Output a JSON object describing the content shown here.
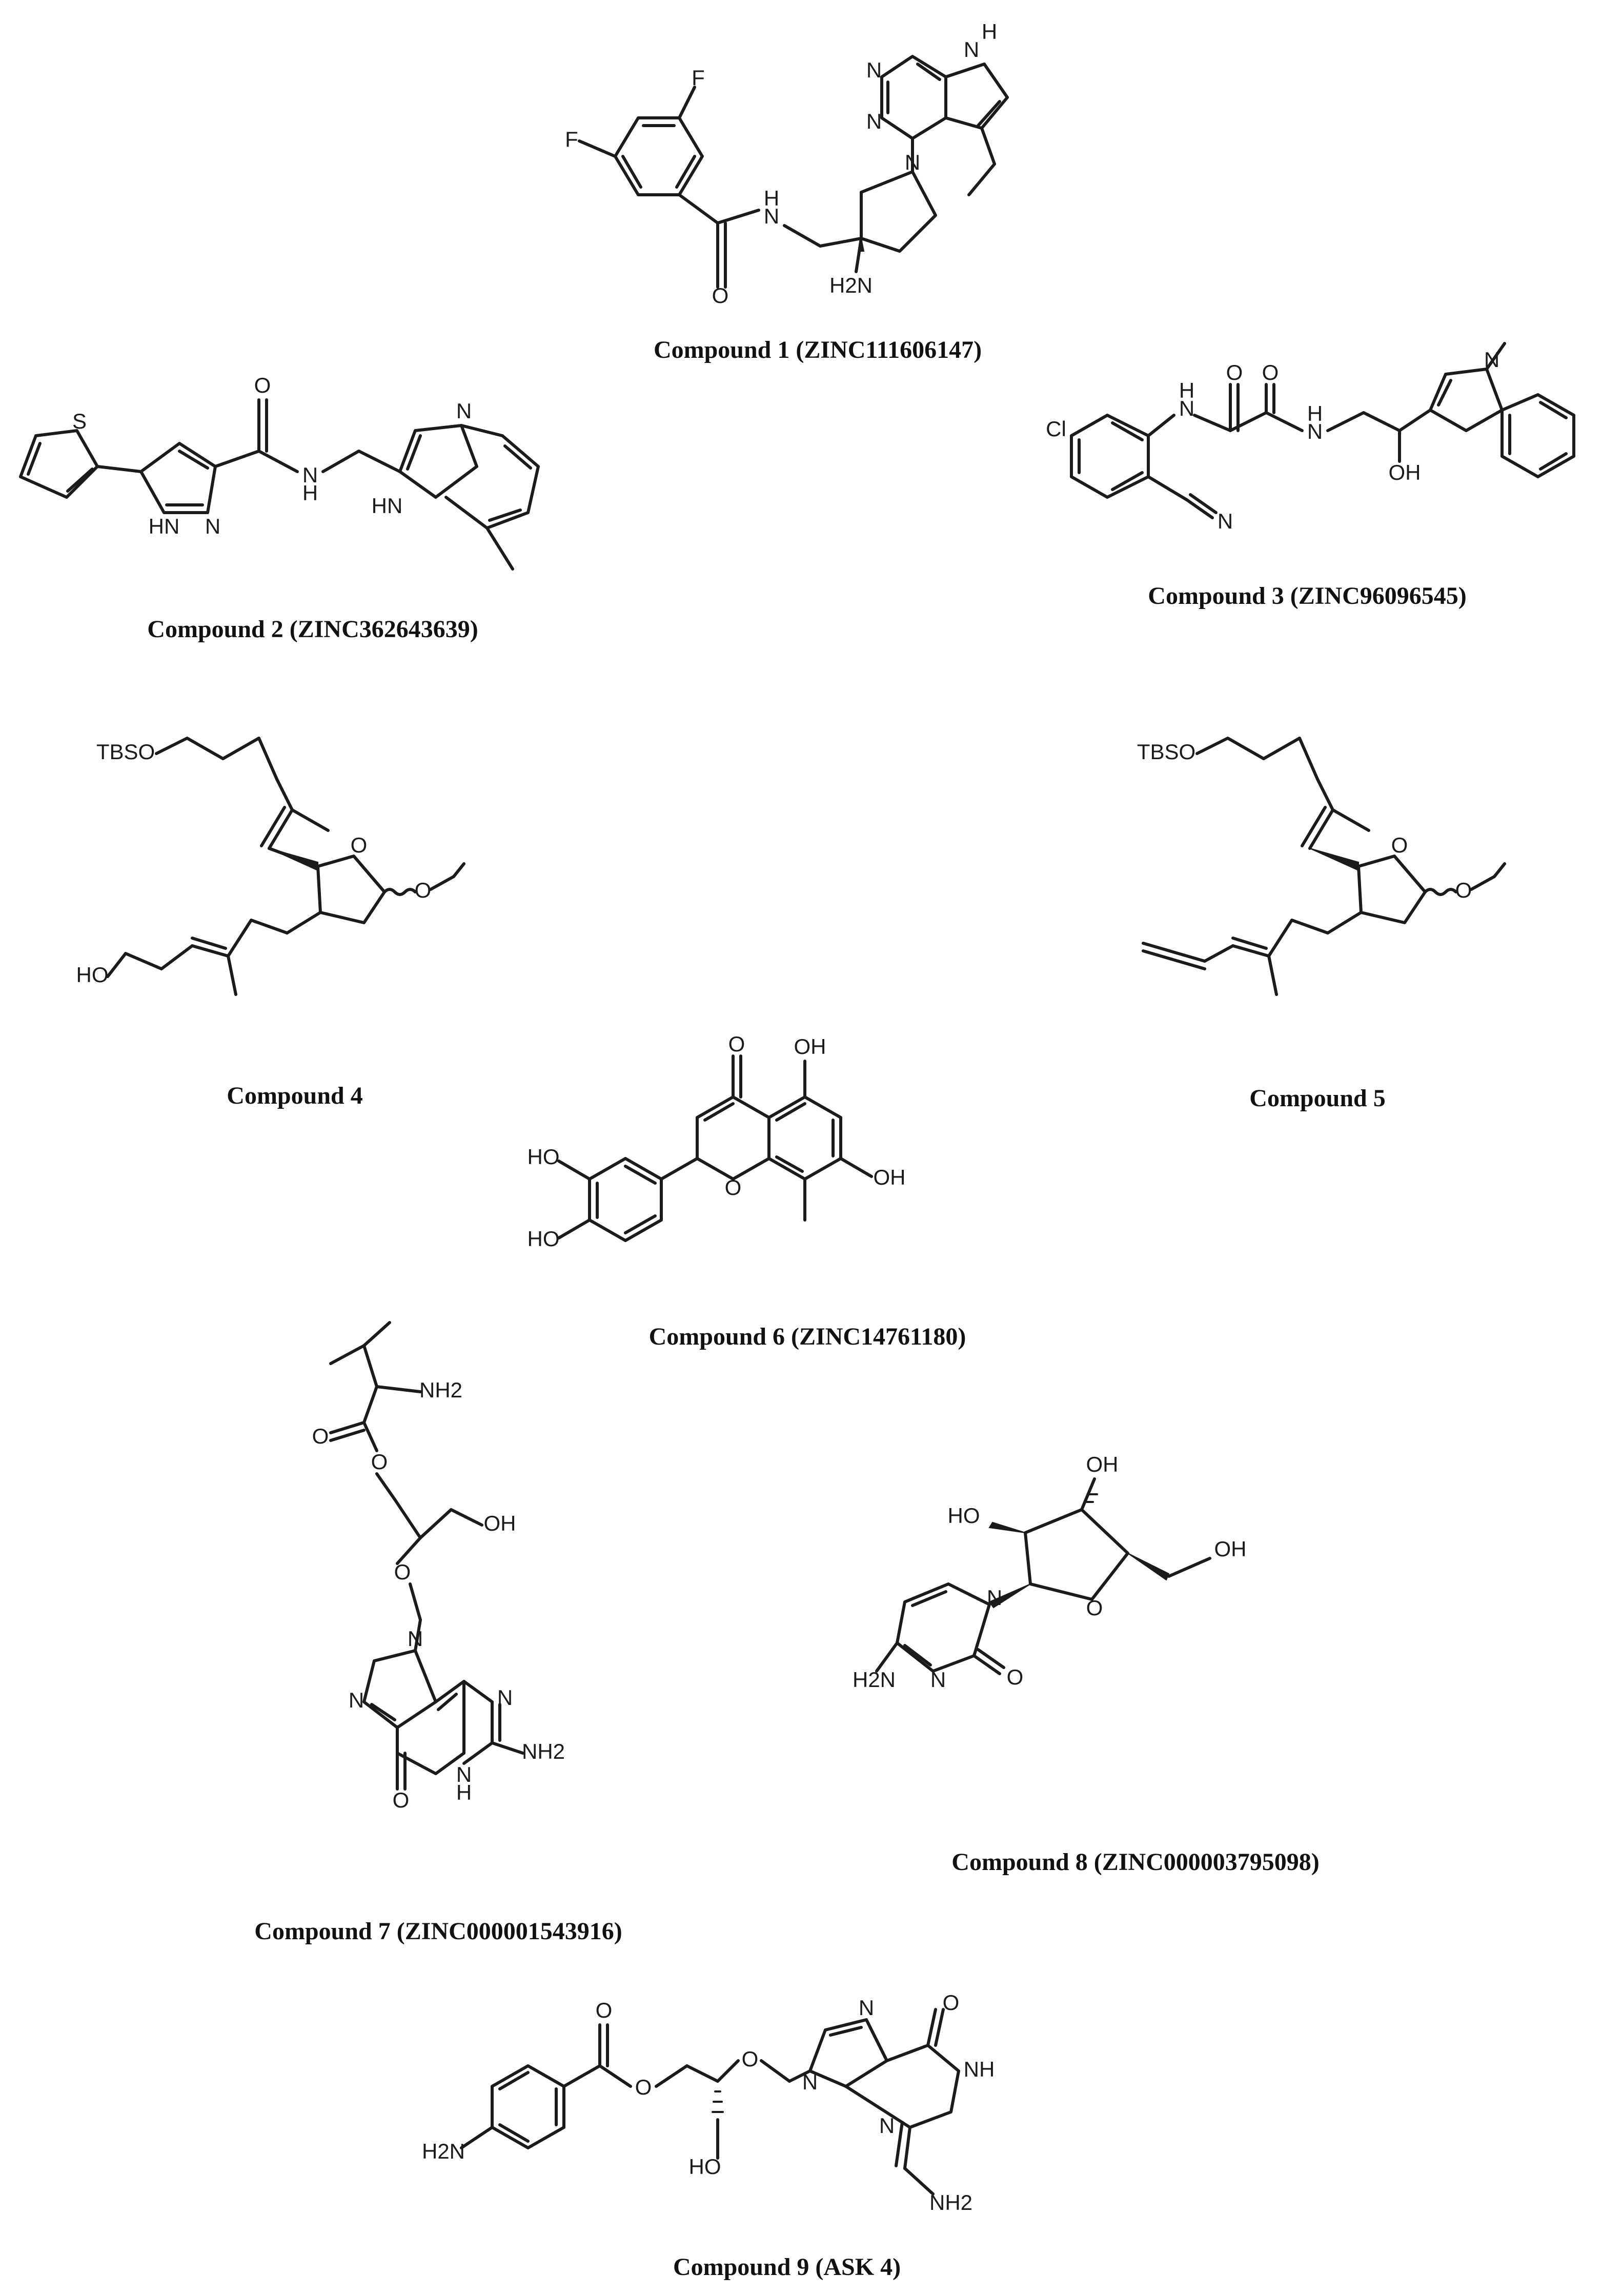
{
  "captions": {
    "c1": "Compound 1 (ZINC111606147)",
    "c2": "Compound 2 (ZINC362643639)",
    "c3": "Compound 3 (ZINC96096545)",
    "c4": "Compound 4",
    "c5": "Compound 5",
    "c6": "Compound 6 (ZINC14761180)",
    "c7": "Compound 7 (ZINC000001543916)",
    "c8": "Compound 8 (ZINC000003795098)",
    "c9": "Compound 9 (ASK 4)"
  },
  "atoms": {
    "c1": {
      "f1": "F",
      "f2": "F",
      "nh": "N",
      "h": "H",
      "o": "O",
      "h2n": "H2N",
      "n_pyr": "N",
      "n_a": "N",
      "n_b": "N",
      "nh_top": "N",
      "h_top": "H"
    },
    "c2": {
      "s": "S",
      "hn": "HN",
      "n_pz": "N",
      "o": "O",
      "nh": "N",
      "h": "H",
      "n_im": "N",
      "hn_im": "HN"
    },
    "c3": {
      "cl": "Cl",
      "nh1": "N",
      "h1": "H",
      "o1": "O",
      "o2": "O",
      "nh2": "N",
      "h2": "H",
      "oh": "OH",
      "n_me": "N",
      "n_cn": "N"
    },
    "c4": {
      "tbso": "TBSO",
      "o_ring": "O",
      "o_me": "O",
      "ho": "HO"
    },
    "c5": {
      "tbso": "TBSO",
      "o_ring": "O",
      "o_me": "O"
    },
    "c6": {
      "o_keto": "O",
      "oh1": "OH",
      "oh2": "OH",
      "o_ring": "O",
      "ho1": "HO",
      "ho2": "HO"
    },
    "c7": {
      "nh2": "NH2",
      "o_carb": "O",
      "o_est": "O",
      "oh": "OH",
      "o_eth": "O",
      "n9": "N",
      "n7": "N",
      "n3": "N",
      "nh2_b": "NH2",
      "o6": "O",
      "nh1": "N",
      "h1": "H"
    },
    "c8": {
      "ho": "HO",
      "oh1": "OH",
      "oh2": "OH",
      "o_ring": "O",
      "n1": "N",
      "n3": "N",
      "o2": "O",
      "h2n": "H2N"
    },
    "c9": {
      "h2n": "H2N",
      "o_carb": "O",
      "o_est": "O",
      "o_eth": "O",
      "ho": "HO",
      "n9": "N",
      "n7": "N",
      "o6": "O",
      "nh": "NH",
      "n3": "N",
      "nh2": "NH2"
    }
  }
}
